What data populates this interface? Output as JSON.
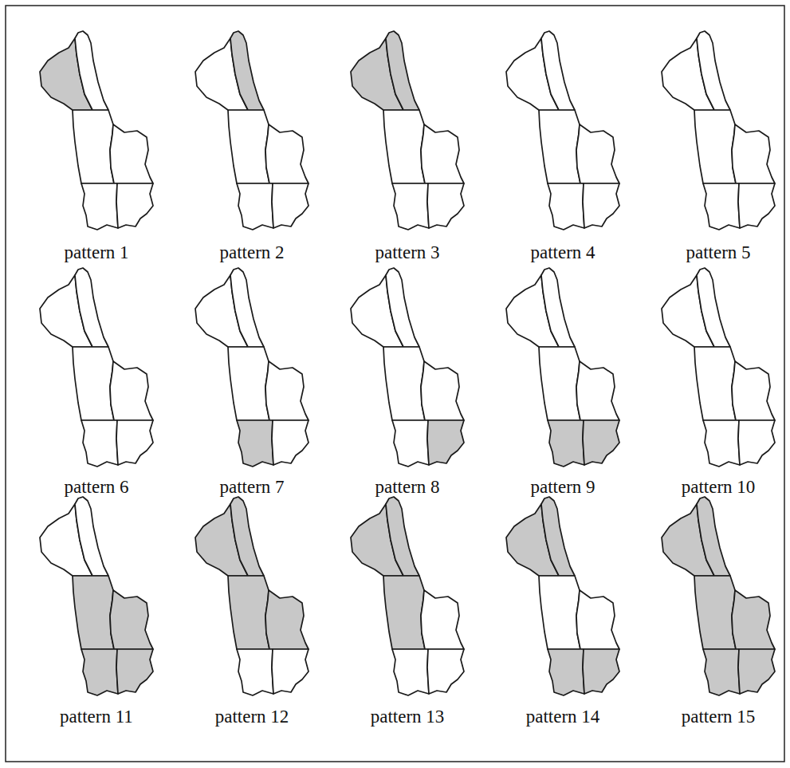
{
  "diagram": {
    "labels": [
      "pattern 1",
      "pattern 2",
      "pattern 3",
      "pattern 4",
      "pattern 5",
      "pattern 6",
      "pattern 7",
      "pattern 8",
      "pattern 9",
      "pattern 10",
      "pattern 11",
      "pattern 12",
      "pattern 13",
      "pattern 14",
      "pattern 15"
    ]
  }
}
